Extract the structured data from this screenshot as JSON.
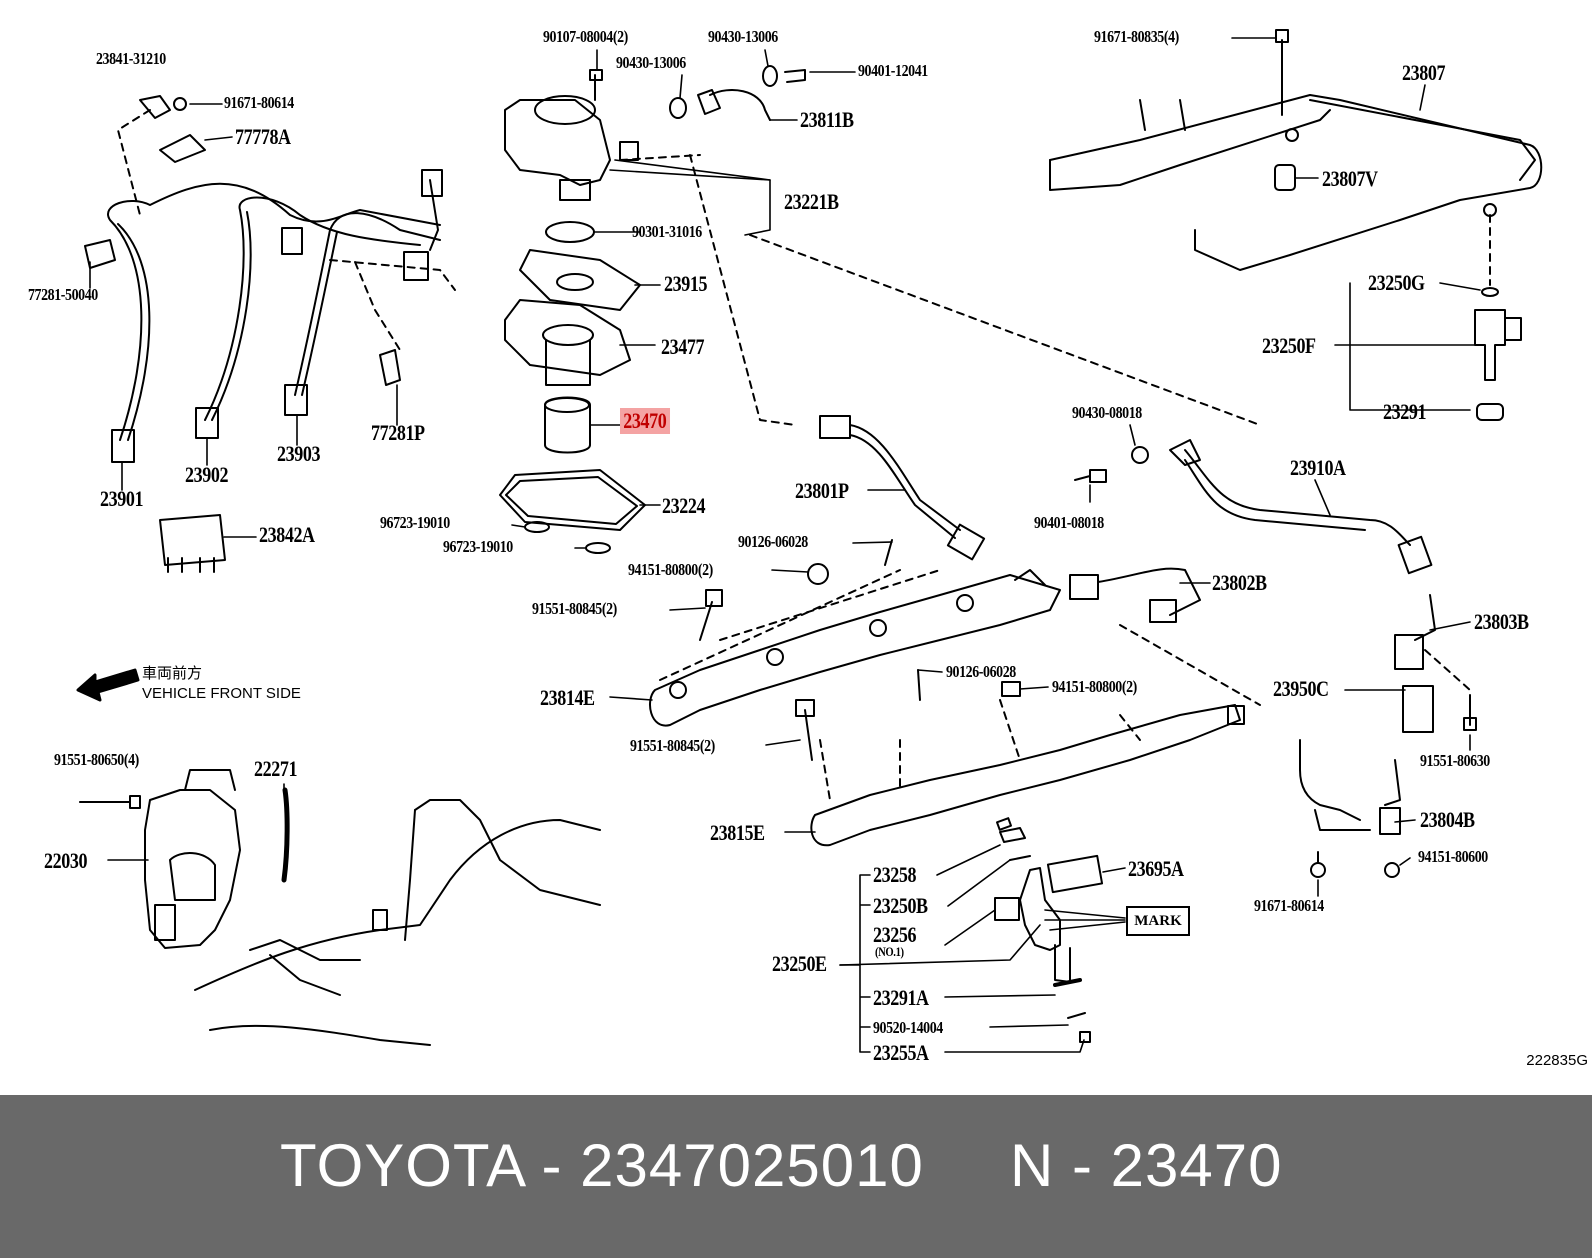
{
  "labels": {
    "p23841_31210": "23841-31210",
    "p91671_80614_top": "91671-80614",
    "p77778A": "77778A",
    "p77281_50040": "77281-50040",
    "p77281P": "77281P",
    "p23901": "23901",
    "p23902": "23902",
    "p23903": "23903",
    "p23842A": "23842A",
    "p90107_08004": "90107-08004(2)",
    "p90430_13006_a": "90430-13006",
    "p90430_13006_b": "90430-13006",
    "p90401_12041": "90401-12041",
    "p23811B": "23811B",
    "p23221B": "23221B",
    "p90301_31016": "90301-31016",
    "p23915": "23915",
    "p23477": "23477",
    "p23470": "23470",
    "p23224": "23224",
    "p96723_19010_a": "96723-19010",
    "p96723_19010_b": "96723-19010",
    "p91671_80835": "91671-80835(4)",
    "p23807": "23807",
    "p23807V": "23807V",
    "p23250G": "23250G",
    "p23250F": "23250F",
    "p23291": "23291",
    "p90430_08018": "90430-08018",
    "p90401_08018": "90401-08018",
    "p23910A": "23910A",
    "p23801P": "23801P",
    "p90126_06028_a": "90126-06028",
    "p94151_80800_a": "94151-80800(2)",
    "p91551_80845_a": "91551-80845(2)",
    "p23802B": "23802B",
    "p23803B": "23803B",
    "p23814E": "23814E",
    "p90126_06028_b": "90126-06028",
    "p94151_80800_b": "94151-80800(2)",
    "p23950C": "23950C",
    "p91551_80630": "91551-80630",
    "p91551_80845_b": "91551-80845(2)",
    "p91551_80650": "91551-80650(4)",
    "p22271": "22271",
    "p22030": "22030",
    "p23815E": "23815E",
    "p23804B": "23804B",
    "p94151_80600": "94151-80600",
    "p91671_80614_bot": "91671-80614",
    "p23258": "23258",
    "p23695A": "23695A",
    "p23250B": "23250B",
    "p23256": "23256",
    "p23256_sub": "(NO.1)",
    "p23250E": "23250E",
    "p23291A": "23291A",
    "p90520_14004": "90520-14004",
    "p23255A": "23255A"
  },
  "mark_label": "MARK",
  "front_side": {
    "jp": "車両前方",
    "en": "VEHICLE FRONT SIDE"
  },
  "ref_code": "222835G",
  "footer": {
    "brand_part": "TOYOTA - 2347025010",
    "ref_num": "N - 23470"
  },
  "colors": {
    "highlight_bg": "#f4a3a3",
    "highlight_text": "#c00000",
    "footer_bg": "#696969",
    "footer_text": "#ffffff"
  }
}
